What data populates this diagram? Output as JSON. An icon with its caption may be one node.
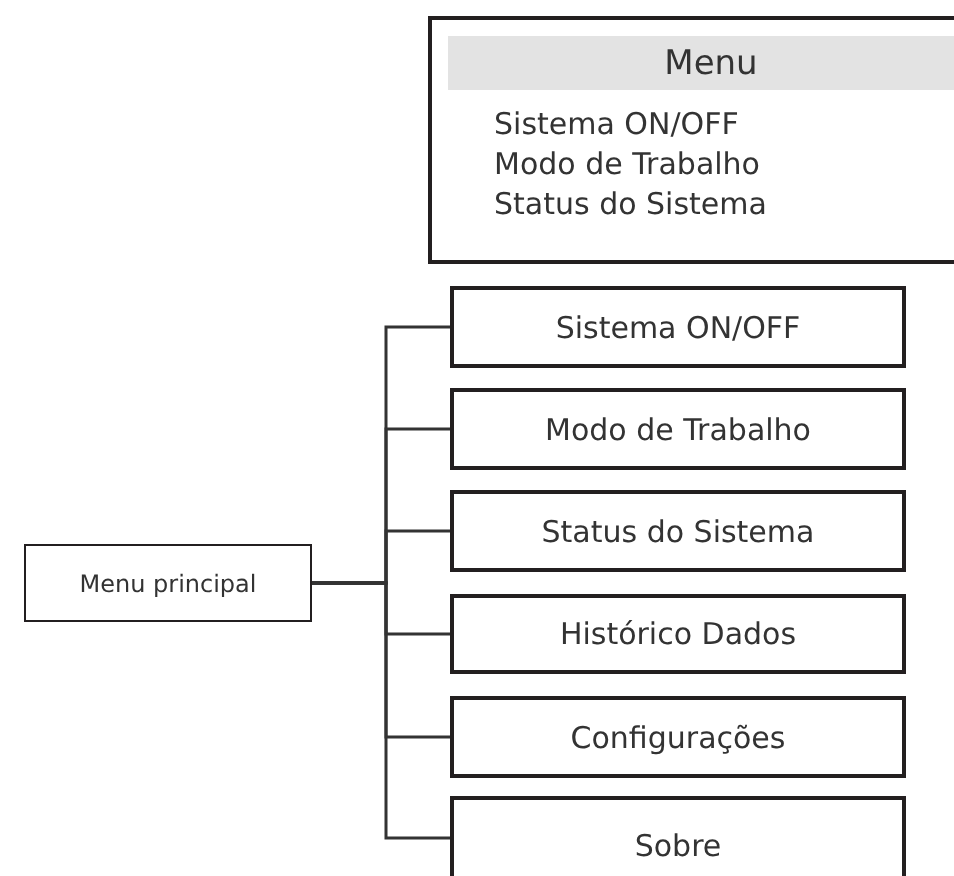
{
  "diagram": {
    "nodes": [
      {
        "text": [
          "Menu",
          "Sistema ON/OFF",
          "Modo de Trabalho",
          "Status do Sistema"
        ]
      },
      {
        "text": [
          "Menu principal"
        ]
      },
      {
        "text": [
          "Sistema ON/OFF"
        ]
      },
      {
        "text": [
          "Modo de Trabalho"
        ]
      },
      {
        "text": [
          "Status do Sistema"
        ]
      },
      {
        "text": [
          "Histórico Dados"
        ]
      },
      {
        "text": [
          "Configurações"
        ]
      },
      {
        "text": [
          "Sobre"
        ]
      }
    ],
    "edges": [
      {
        "from": 1,
        "to": 2,
        "arrow": "none"
      },
      {
        "from": 1,
        "to": 3,
        "arrow": "none"
      },
      {
        "from": 1,
        "to": 4,
        "arrow": "none"
      },
      {
        "from": 1,
        "to": 5,
        "arrow": "none"
      },
      {
        "from": 1,
        "to": 6,
        "arrow": "none"
      },
      {
        "from": 1,
        "to": 7,
        "arrow": "none"
      }
    ]
  }
}
